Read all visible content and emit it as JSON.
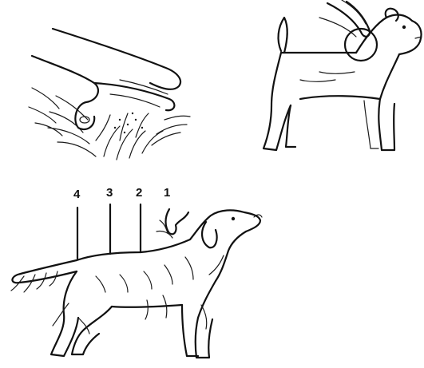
{
  "labels": {
    "point_1": "1",
    "point_2": "2",
    "point_3": "3",
    "point_4": "4"
  }
}
